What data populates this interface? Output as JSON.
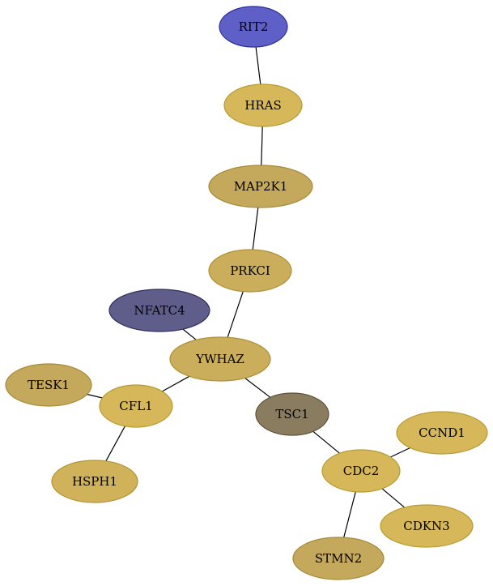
{
  "graph": {
    "nodes": [
      {
        "id": "RIT2",
        "label": "RIT2",
        "fill": "#5f5fc8",
        "stroke": "#2f2f96"
      },
      {
        "id": "HRAS",
        "label": "HRAS",
        "fill": "#d6b85a",
        "stroke": "#b89a30"
      },
      {
        "id": "MAP2K1",
        "label": "MAP2K1",
        "fill": "#c4a85c",
        "stroke": "#a68a38"
      },
      {
        "id": "PRKCI",
        "label": "PRKCI",
        "fill": "#cbae5c",
        "stroke": "#ad9036"
      },
      {
        "id": "NFATC4",
        "label": "NFATC4",
        "fill": "#5f5e8a",
        "stroke": "#2f2e5e"
      },
      {
        "id": "YWHAZ",
        "label": "YWHAZ",
        "fill": "#cbae5c",
        "stroke": "#ad9036"
      },
      {
        "id": "TESK1",
        "label": "TESK1",
        "fill": "#c4a85c",
        "stroke": "#a68a38"
      },
      {
        "id": "CFL1",
        "label": "CFL1",
        "fill": "#d6b85a",
        "stroke": "#b89a30"
      },
      {
        "id": "HSPH1",
        "label": "HSPH1",
        "fill": "#cfb25a",
        "stroke": "#b19432"
      },
      {
        "id": "TSC1",
        "label": "TSC1",
        "fill": "#8a7c5e",
        "stroke": "#5e5238"
      },
      {
        "id": "CDC2",
        "label": "CDC2",
        "fill": "#d6b85a",
        "stroke": "#b89a30"
      },
      {
        "id": "CCND1",
        "label": "CCND1",
        "fill": "#d6b85a",
        "stroke": "#b89a30"
      },
      {
        "id": "CDKN3",
        "label": "CDKN3",
        "fill": "#d6b85a",
        "stroke": "#b89a30"
      },
      {
        "id": "STMN2",
        "label": "STMN2",
        "fill": "#c4a85c",
        "stroke": "#a68a38"
      }
    ],
    "edges": [
      {
        "from": "RIT2",
        "to": "HRAS"
      },
      {
        "from": "HRAS",
        "to": "MAP2K1"
      },
      {
        "from": "MAP2K1",
        "to": "PRKCI"
      },
      {
        "from": "PRKCI",
        "to": "YWHAZ"
      },
      {
        "from": "NFATC4",
        "to": "YWHAZ"
      },
      {
        "from": "YWHAZ",
        "to": "CFL1"
      },
      {
        "from": "YWHAZ",
        "to": "TSC1"
      },
      {
        "from": "TESK1",
        "to": "CFL1"
      },
      {
        "from": "CFL1",
        "to": "HSPH1"
      },
      {
        "from": "TSC1",
        "to": "CDC2"
      },
      {
        "from": "CDC2",
        "to": "CCND1"
      },
      {
        "from": "CDC2",
        "to": "CDKN3"
      },
      {
        "from": "CDC2",
        "to": "STMN2"
      }
    ]
  }
}
